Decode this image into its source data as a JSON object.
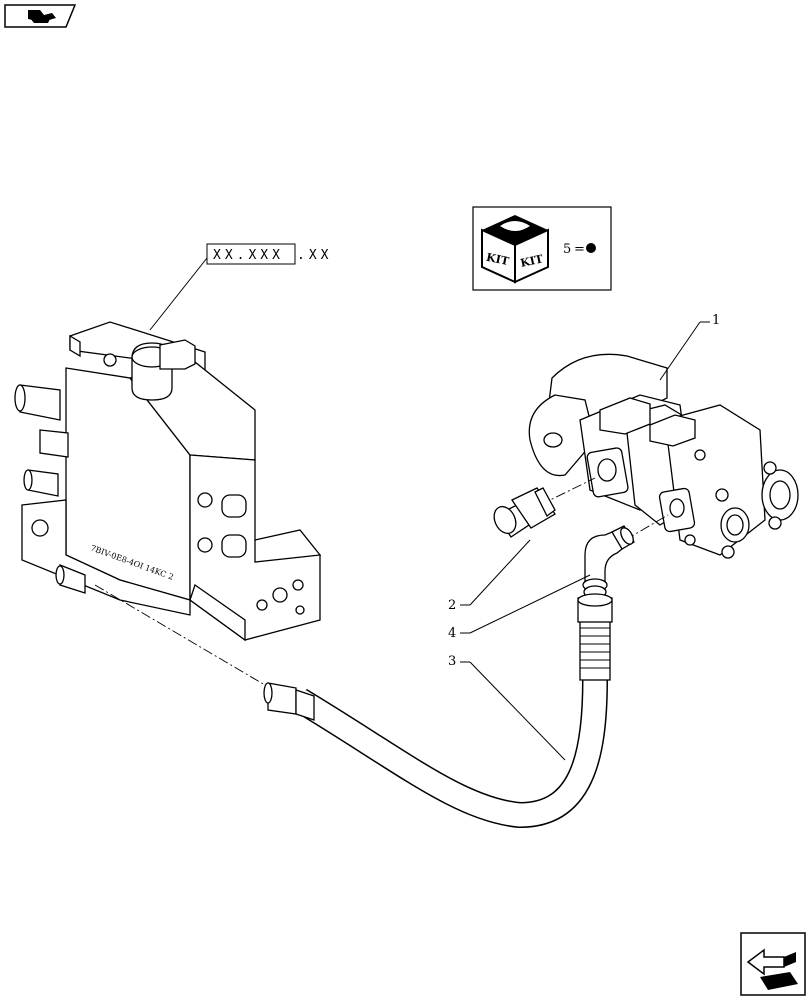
{
  "reference_code": {
    "boxed": "XX.XXX",
    "suffix": ".XX"
  },
  "kit_box": {
    "kit_label_left": "KIT",
    "kit_label_right": "KIT",
    "kit_item": "5",
    "equals": "=",
    "bullet": "●"
  },
  "callouts": [
    "1",
    "2",
    "3",
    "4"
  ],
  "icons": {
    "top_left": "book-nav-icon",
    "bottom_right": "next-page-arrow-icon"
  }
}
